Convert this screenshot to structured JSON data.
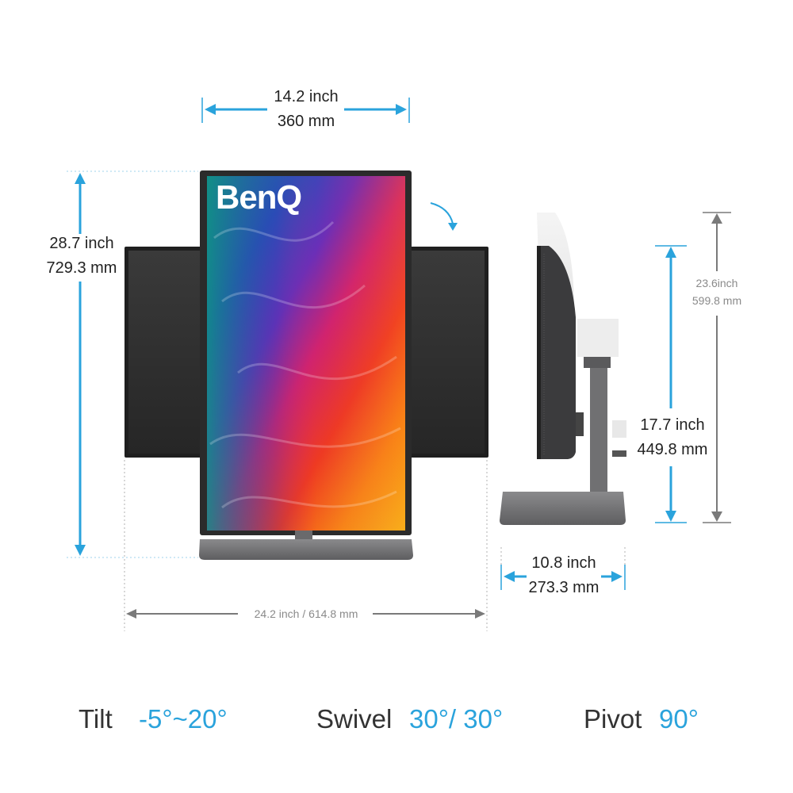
{
  "colors": {
    "accent": "#2aa3dc",
    "gray_arrow": "#7a7a7a",
    "bezel": "#2a2a2a",
    "stand": "#6b6b6d"
  },
  "brand": {
    "logo_text": "BenQ"
  },
  "dimensions": {
    "width": {
      "inch": "14.2 inch",
      "mm": "360 mm"
    },
    "height_max": {
      "inch": "28.7 inch",
      "mm": "729.3 mm"
    },
    "landscape_width": {
      "label": "24.2 inch / 614.8  mm"
    },
    "side_height_max": {
      "inch": "23.6inch",
      "mm": "599.8 mm"
    },
    "side_height_min": {
      "inch": "17.7 inch",
      "mm": "449.8 mm"
    },
    "depth": {
      "inch": "10.8 inch",
      "mm": "273.3 mm"
    }
  },
  "specs": {
    "tilt": {
      "label": "Tilt",
      "value": "-5°~20°"
    },
    "swivel": {
      "label": "Swivel",
      "value": "30°/ 30°"
    },
    "pivot": {
      "label": "Pivot",
      "value": "90°"
    }
  }
}
